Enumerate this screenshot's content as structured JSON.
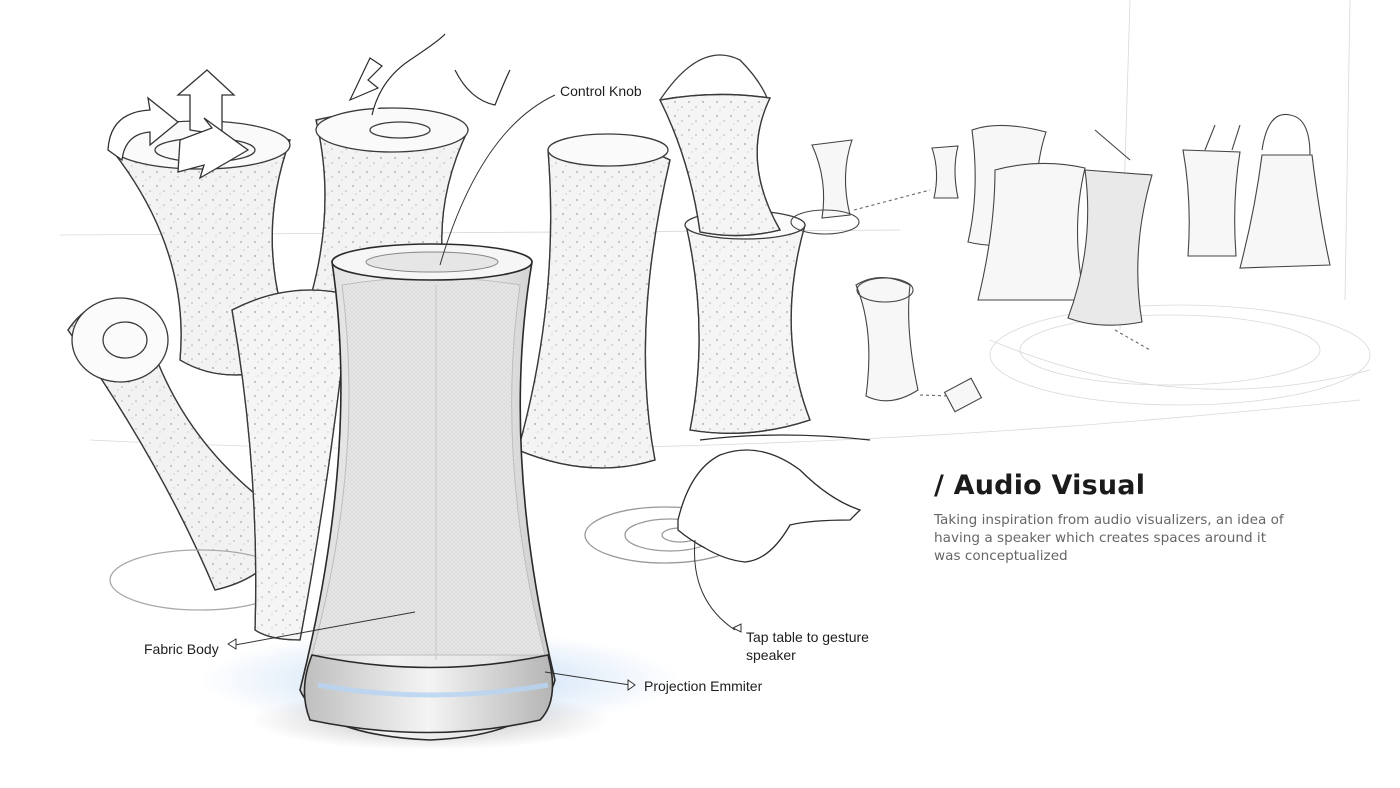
{
  "heading": {
    "title": "/ Audio Visual",
    "description": "Taking inspiration from audio visualizers, an idea of having a speaker which creates spaces around it was conceptualized"
  },
  "callouts": {
    "control_knob": "Control Knob",
    "fabric_body": "Fabric Body",
    "projection_emitter": "Projection Emmiter",
    "tap_table_line1": "Tap table to gesture",
    "tap_table_line2": "speaker"
  },
  "colors": {
    "ink": "#2a2a2a",
    "projection_glow": "#b9d4f2",
    "heading": "#1b1b1b",
    "body_text": "#666666"
  }
}
